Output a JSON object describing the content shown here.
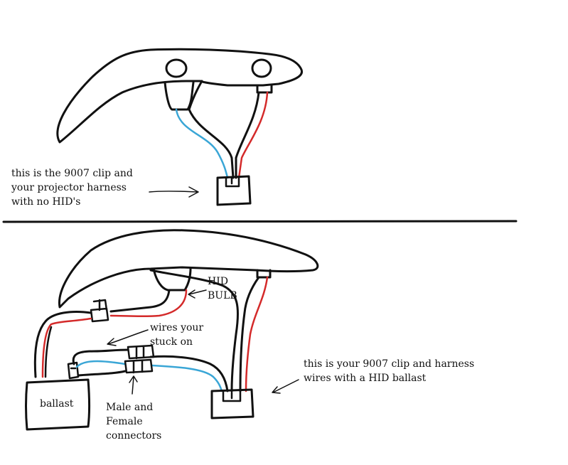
{
  "colors": {
    "outline": "#111111",
    "blue_wire": "#3aa6d6",
    "red_wire": "#d42a2a"
  },
  "top_panel": {
    "caption_lines": [
      "this is the 9007 clip and",
      "your projector harness",
      "with no HID's"
    ]
  },
  "bottom_panel": {
    "hid_bulb_lines": [
      "HID",
      "BULB"
    ],
    "wires_stuck_lines": [
      "wires your",
      "stuck on"
    ],
    "caption_lines": [
      "this is your 9007 clip and harness",
      "wires with a HID ballast"
    ],
    "ballast_label": "ballast",
    "connectors_lines": [
      "Male and",
      "Female",
      "connectors"
    ]
  }
}
